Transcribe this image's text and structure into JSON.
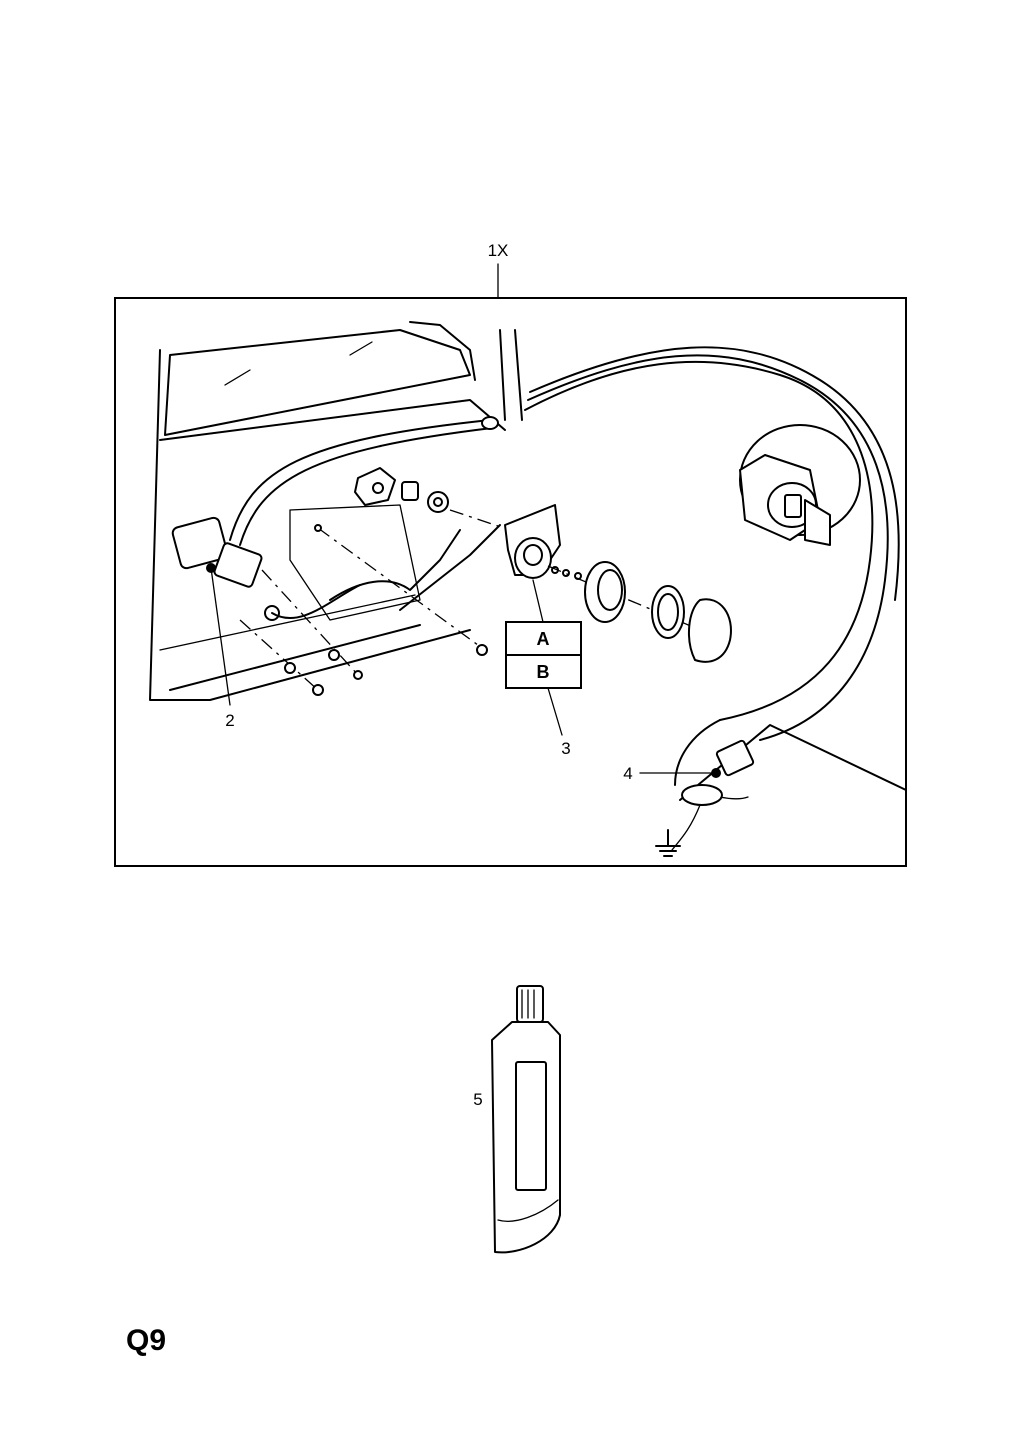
{
  "callouts": {
    "assembly": "1X",
    "motor": "2",
    "switch": "3",
    "ground_point": "4",
    "grease_tube": "5"
  },
  "variant_box": {
    "top": "A",
    "bottom": "B"
  },
  "page_code": "Q9"
}
